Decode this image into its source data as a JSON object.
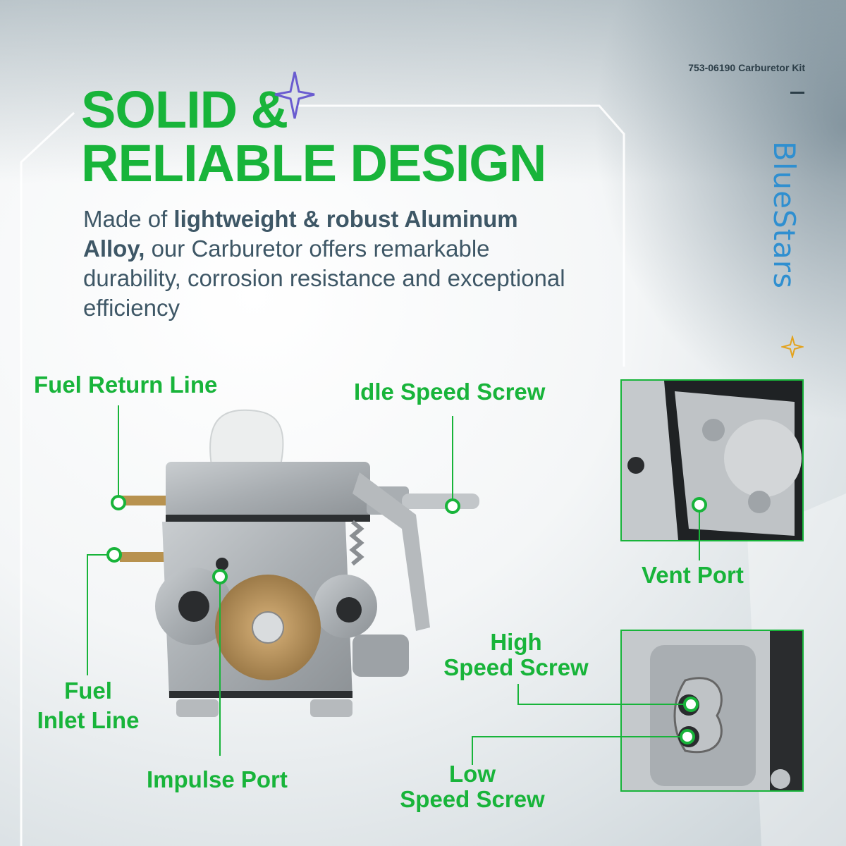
{
  "headline": {
    "line1": "SOLID &",
    "line2": "RELIABLE DESIGN"
  },
  "body": {
    "part1": "Made of ",
    "bold1": "lightweight & robust Aluminum Alloy,",
    "part2": " our Carburetor offers remarkable durability, corrosion resistance and exceptional efficiency"
  },
  "product": {
    "kit_title": "753-06190 Carburetor Kit",
    "brand": "BlueStars"
  },
  "callouts": {
    "fuel_return_line": "Fuel Return Line",
    "idle_speed_screw": "Idle Speed Screw",
    "fuel_inlet_line_1": "Fuel",
    "fuel_inlet_line_2": "Inlet Line",
    "impulse_port": "Impulse Port",
    "vent_port": "Vent Port",
    "high_speed_screw_1": "High",
    "high_speed_screw_2": "Speed Screw",
    "low_speed_screw_1": "Low",
    "low_speed_screw_2": "Speed Screw"
  },
  "colors": {
    "accent_green": "#18b43a",
    "brand_blue": "#2f8fd0",
    "body_text": "#3e5766"
  }
}
